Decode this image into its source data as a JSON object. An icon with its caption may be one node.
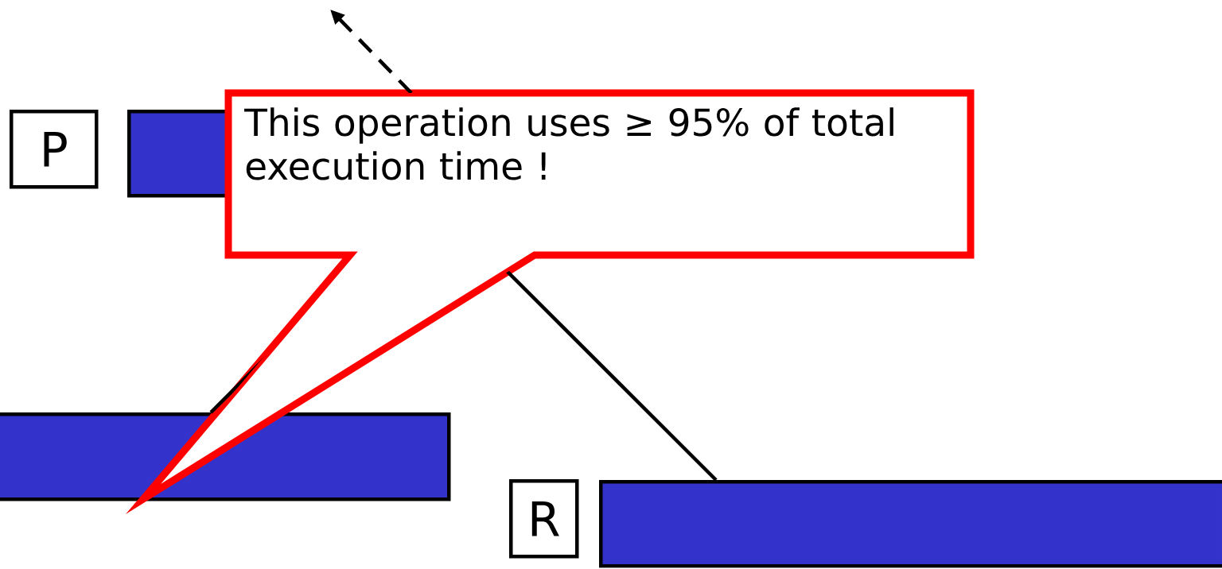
{
  "diagram": {
    "nodes": [
      {
        "text": [
          "P"
        ]
      },
      {
        "text": [],
        "shape": "bar"
      },
      {
        "text": [
          "This operation uses ≥ 95% of total execution time !"
        ]
      },
      {
        "text": [],
        "shape": "bar"
      },
      {
        "text": [
          "R"
        ]
      },
      {
        "text": [],
        "shape": "bar"
      }
    ],
    "edges": [
      {
        "from": 2,
        "to": 3,
        "arrow": "none"
      },
      {
        "from": 2,
        "to": 5,
        "arrow": "none"
      },
      {
        "from": 2,
        "to": null,
        "arrow": "to",
        "style": "dashed"
      }
    ]
  }
}
